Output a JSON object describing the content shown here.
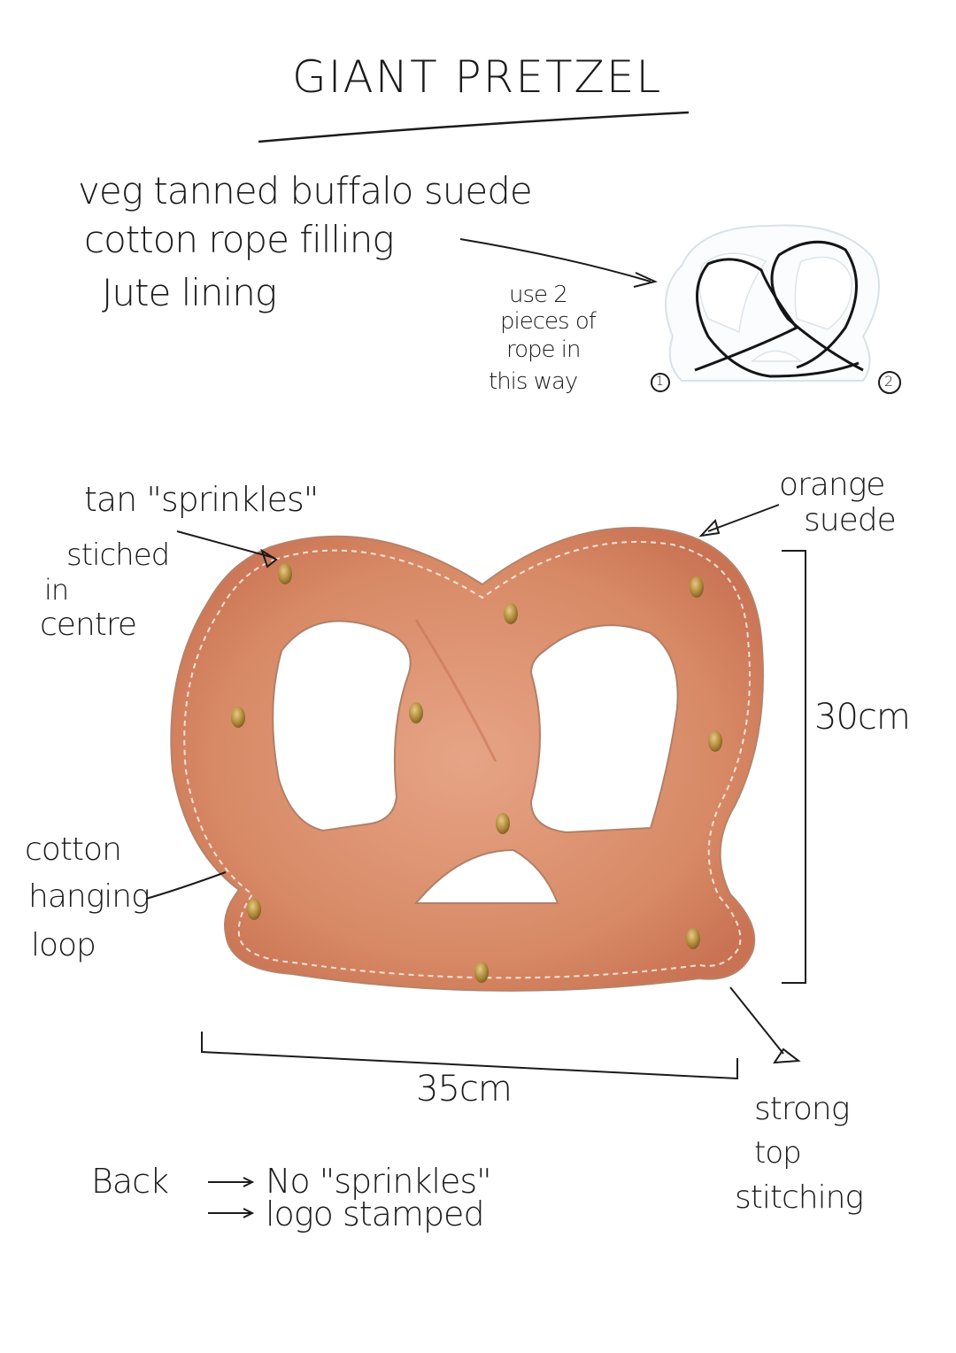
{
  "title": "GIANT PRETZEL",
  "materials": {
    "line1": "veg tanned buffalo suede",
    "line2": "cotton rope filling",
    "line3": "Jute lining"
  },
  "rope_note": {
    "line1": "use 2",
    "line2": "pieces of",
    "line3": "rope in",
    "line4": "this way",
    "marker1": "1",
    "marker2": "2"
  },
  "annotations": {
    "sprinkles": "tan \"sprinkles\"",
    "stitched1": "stiched",
    "stitched2": "in",
    "stitched3": "centre",
    "orange1": "orange",
    "orange2": "suede",
    "loop1": "cotton",
    "loop2": "hanging",
    "loop3": "loop",
    "stitch1": "strong",
    "stitch2": "top",
    "stitch3": "stitching"
  },
  "dimensions": {
    "height": "30cm",
    "width": "35cm"
  },
  "back_note": {
    "label": "Back",
    "item1": "No \"sprinkles\"",
    "item2": "logo stamped"
  },
  "colors": {
    "suede": "#dd9473",
    "suede_dark": "#c0694a",
    "sprinkle": "#b08a3a",
    "ink": "#1b1b1b"
  }
}
